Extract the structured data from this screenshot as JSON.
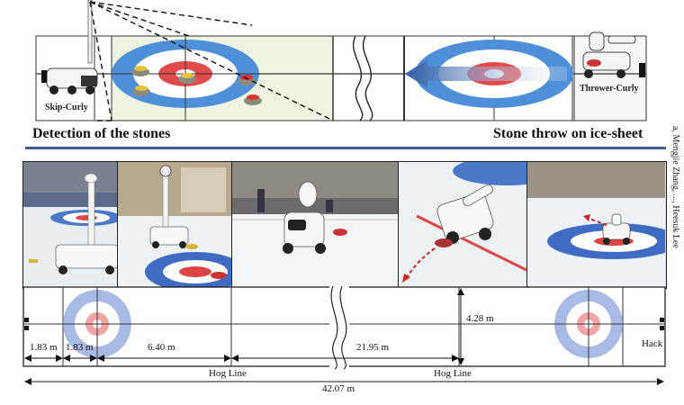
{
  "top_diagram": {
    "skip_label": "Skip-Curly",
    "thrower_label": "Thrower-Curly"
  },
  "captions": {
    "left": "Detection of the stones",
    "right": "Stone throw on ice-sheet"
  },
  "side_text": "a, Mengjie Zhang, ..., Heesuk Lee",
  "bottom_diagram": {
    "dimensions": {
      "d1": "1.83 m",
      "d2": "1.83 m",
      "d3": "6.40 m",
      "d4": "21.95 m",
      "width": "4.28 m",
      "total": "42.07 m"
    },
    "hog_line_left": "Hog Line",
    "hog_line_right": "Hog Line",
    "hack": "Hack"
  },
  "colors": {
    "ring_outer": "#4d8fd8",
    "ring_center": "#e24b4b",
    "divider": "#3c5f8f",
    "zone_tint": "#eef3e2",
    "arrow_red": "#cc2222"
  }
}
